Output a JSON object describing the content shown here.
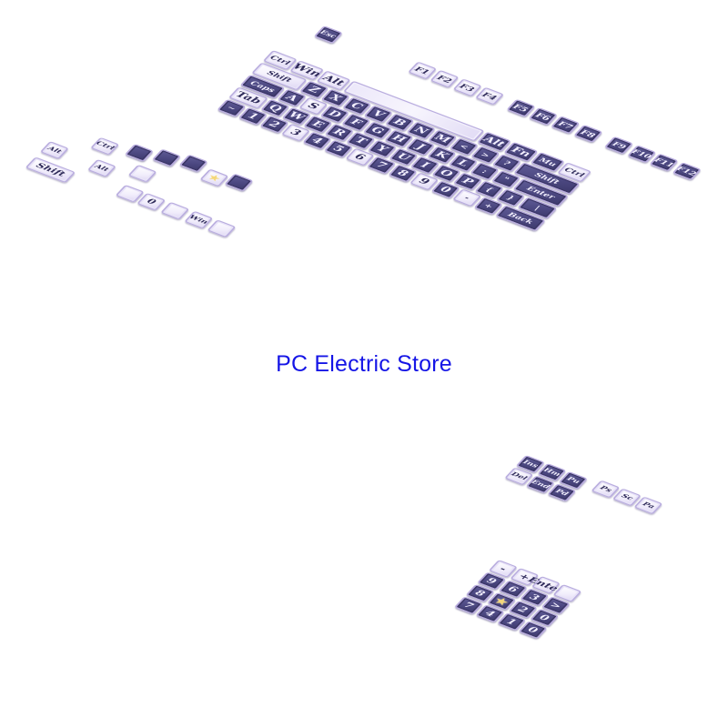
{
  "watermark": "PC Electric Store",
  "colors": {
    "key_dark": "#4b4780",
    "key_light": "#f0ecfb",
    "legend_dark": "#f3f0ff",
    "legend_light": "#2f2b5a",
    "watermark": "#1515e6"
  },
  "legends": {
    "tab": "Tab",
    "caps": "Caps",
    "shift": "Shift",
    "ctrl": "Ctrl",
    "win": "Win",
    "alt": "Alt",
    "fn": "Fn",
    "enter": "Enter",
    "back": "Back",
    "del": "Del",
    "ins": "Ins",
    "home": "Hm",
    "end": "End",
    "pgup": "Pu",
    "pgdn": "Pd",
    "prtsc": "Ps",
    "scroll": "Sc",
    "pause": "Pa",
    "esc": "Esc",
    "menu": "Mu",
    "zero": "0",
    "f1": "F1",
    "f2": "F2",
    "f3": "F3",
    "f4": "F4",
    "f5": "F5",
    "f6": "F6",
    "f7": "F7",
    "f8": "F8",
    "f9": "F9",
    "f10": "F10",
    "f11": "F11",
    "f12": "F12",
    "n1": "1",
    "n2": "2",
    "n3": "3",
    "n4": "4",
    "n5": "5",
    "n6": "6",
    "n7": "7",
    "n8": "8",
    "n9": "9",
    "n0": "0",
    "minus": "-",
    "plus": "+",
    "star": "★",
    "q": "Q",
    "w": "W",
    "e": "E",
    "r": "R",
    "t": "T",
    "y": "Y",
    "u": "U",
    "i": "I",
    "o": "O",
    "p": "P",
    "a": "A",
    "s": "S",
    "d": "D",
    "f": "F",
    "g": "G",
    "h": "H",
    "j": "J",
    "k": "K",
    "l": "L",
    "z": "Z",
    "x": "X",
    "c": "C",
    "v": "V",
    "b": "B",
    "n": "N",
    "m": "M",
    "comma": "<",
    "period": ">",
    "slash": "?",
    "semicolon": ":",
    "quote": "\"",
    "lbracket": "{",
    "rbracket": "}",
    "backslash": "|",
    "tilde": "~"
  }
}
